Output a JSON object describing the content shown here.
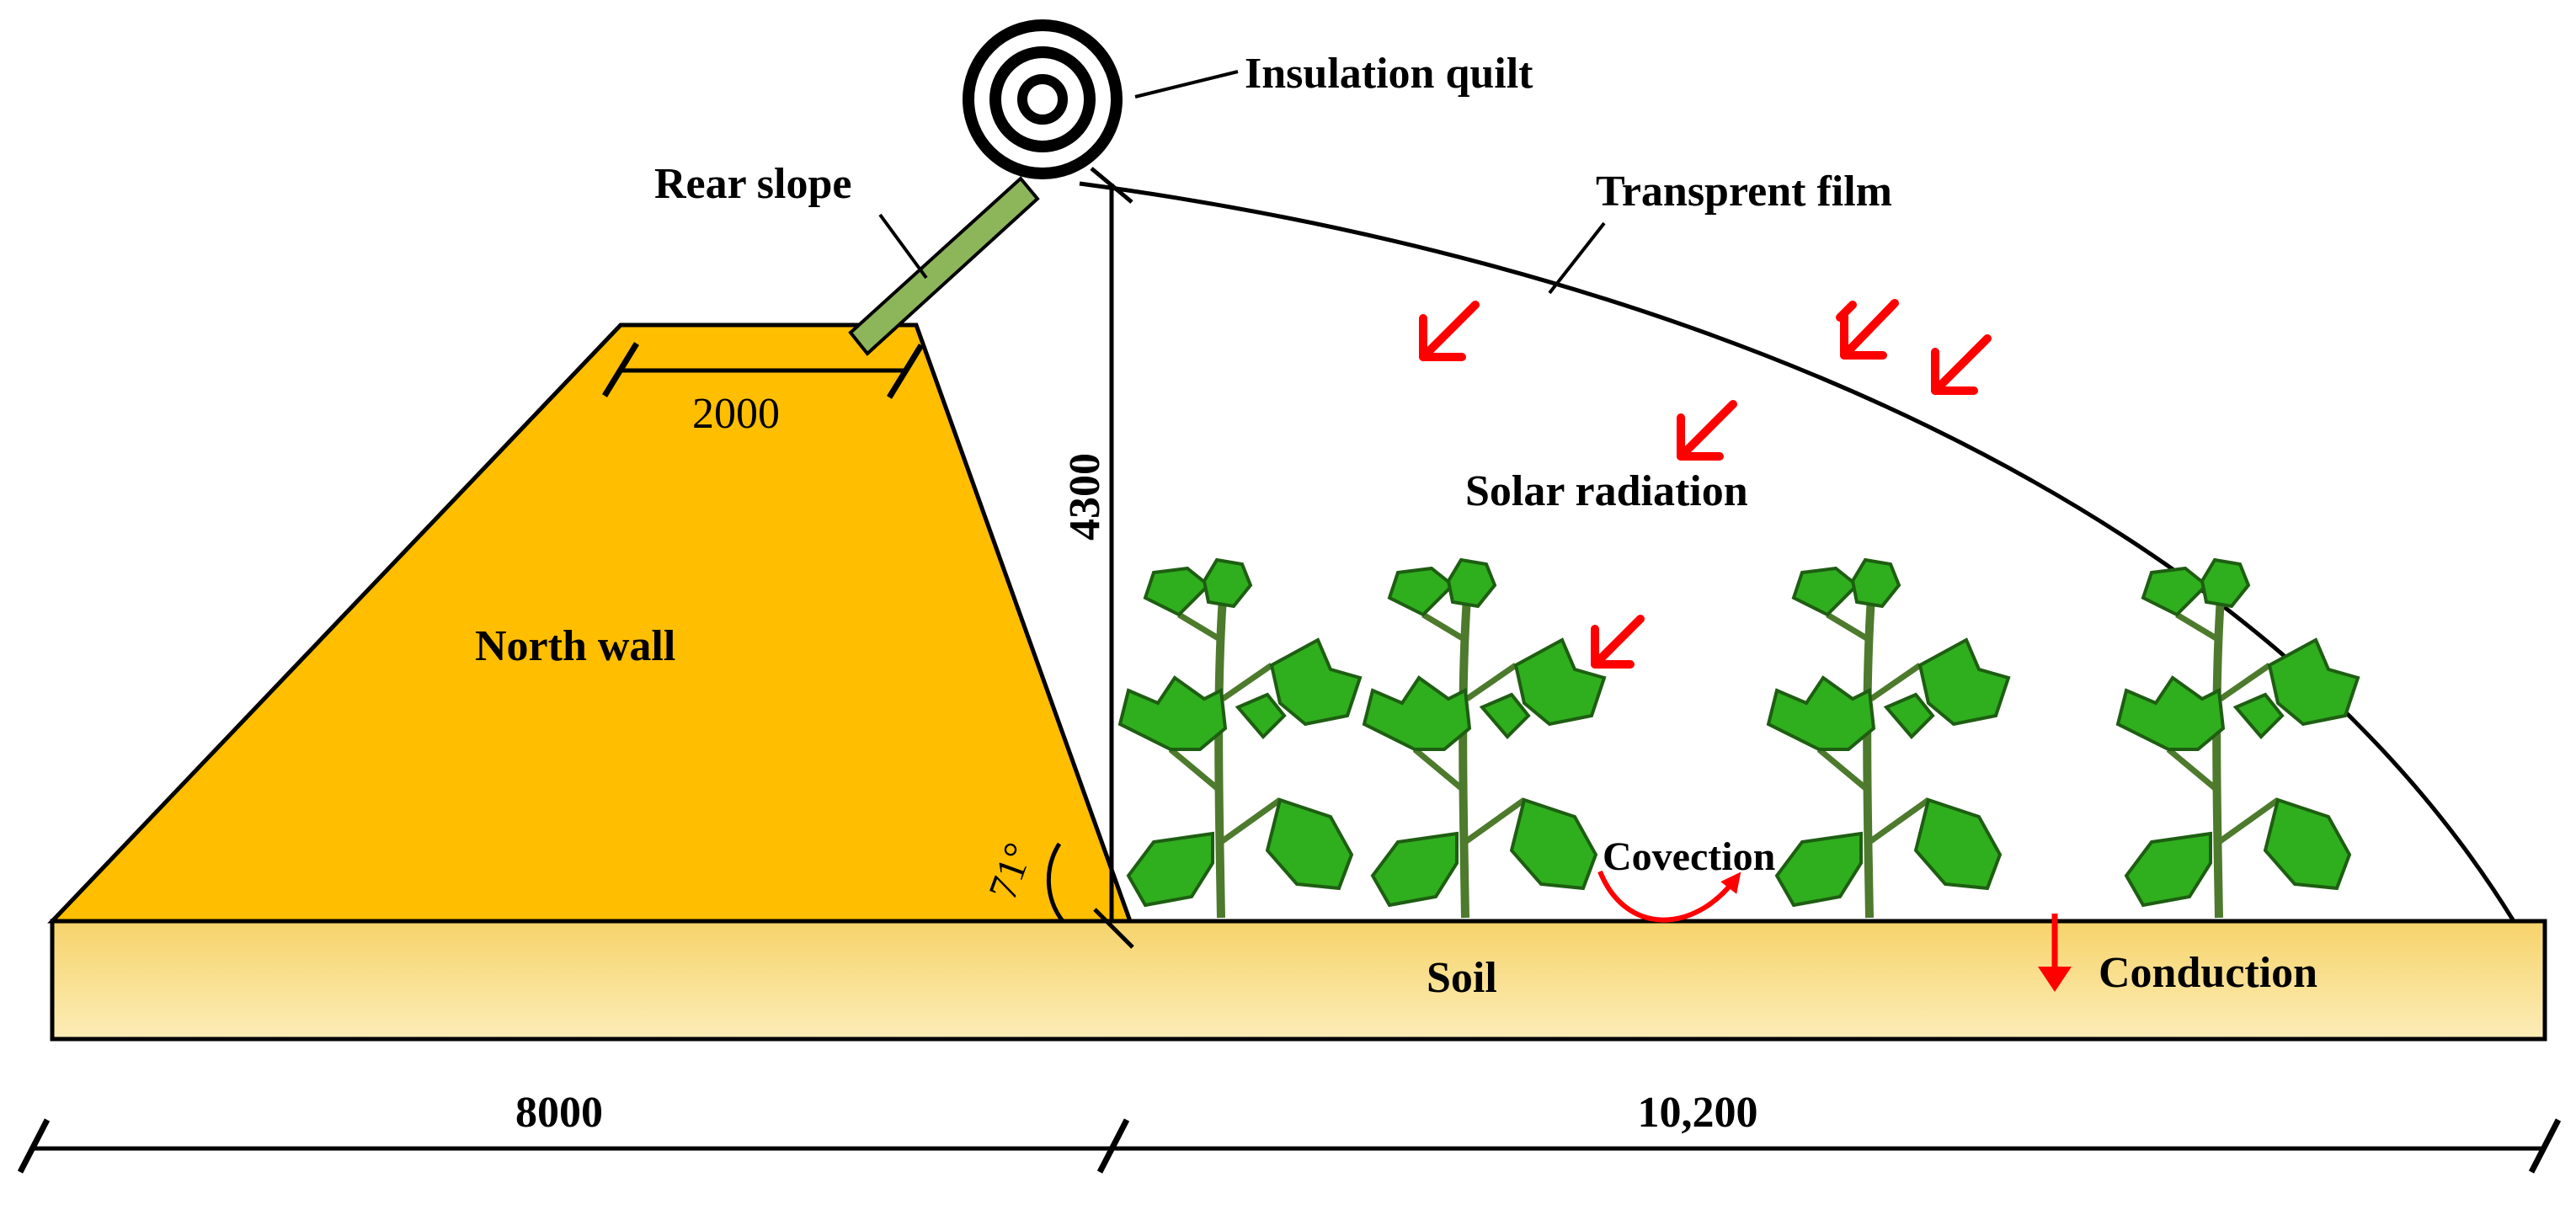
{
  "labels": {
    "insulation_quilt": "Insulation quilt",
    "rear_slope": "Rear slope",
    "transparent_film": "Transprent film",
    "solar_radiation": "Solar radiation",
    "north_wall": "North wall",
    "convection": "Covection",
    "soil": "Soil",
    "conduction": "Conduction"
  },
  "dimensions": {
    "wall_top_width": "2000",
    "height": "4300",
    "angle": "71°",
    "north_span": "8000",
    "south_span": "10,200"
  },
  "colors": {
    "north_wall": "#FFBE00",
    "soil_top": "#FAE8A8",
    "soil_bottom": "#F8D46E",
    "rear_slope": "#8DB65A",
    "arrows": "#FF0000",
    "leaf": "#2FAE1E",
    "stem": "#4D7A2C"
  },
  "icons": {
    "insulation_quilt": "concentric-rings-icon",
    "solar_arrow": "diagonal-arrow-icon",
    "plant": "cucumber-plant-icon"
  }
}
